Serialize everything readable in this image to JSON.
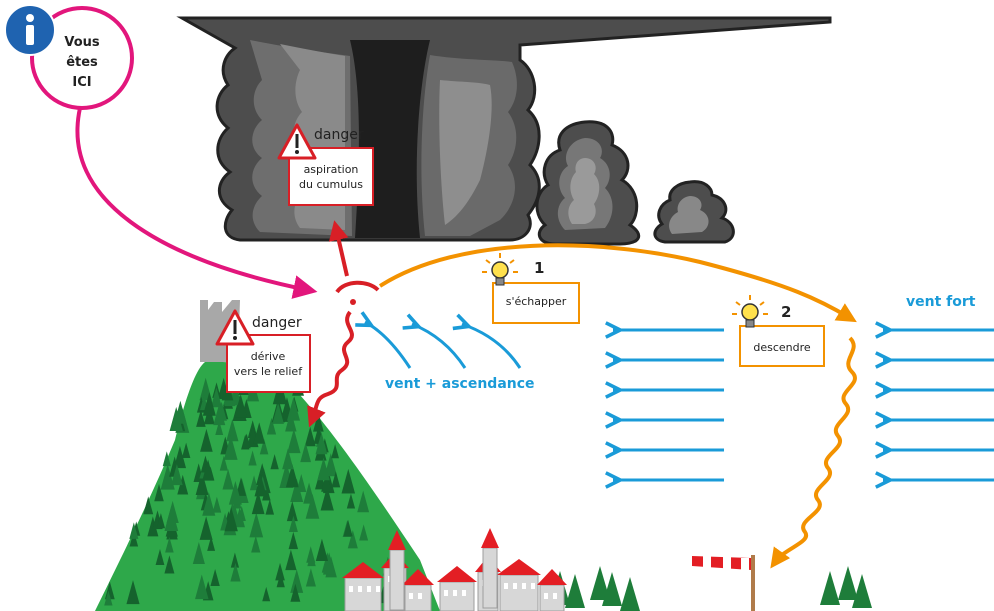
{
  "info_badge": {
    "line1": "Vous",
    "line2": "êtes",
    "line3": "ICI",
    "icon": "info-icon"
  },
  "dangers": [
    {
      "title": "danger",
      "line1": "aspiration",
      "line2": "du cumulus"
    },
    {
      "title": "danger",
      "line1": "dérive",
      "line2": "vers le relief"
    }
  ],
  "tips": [
    {
      "number": "1",
      "label": "s'échapper",
      "icon": "lightbulb-icon"
    },
    {
      "number": "2",
      "label": "descendre",
      "icon": "lightbulb-icon"
    }
  ],
  "wind_labels": {
    "updraft": "vent + ascendance",
    "strong": "vent fort"
  },
  "colors": {
    "magenta": "#e2167c",
    "red": "#d81f26",
    "orange": "#f39200",
    "blue": "#1a9bd8",
    "forest": "#1e7d3a",
    "grass": "#2ea84a",
    "cloud_dark": "#3a3a3a",
    "info_blue": "#1f63b0"
  }
}
